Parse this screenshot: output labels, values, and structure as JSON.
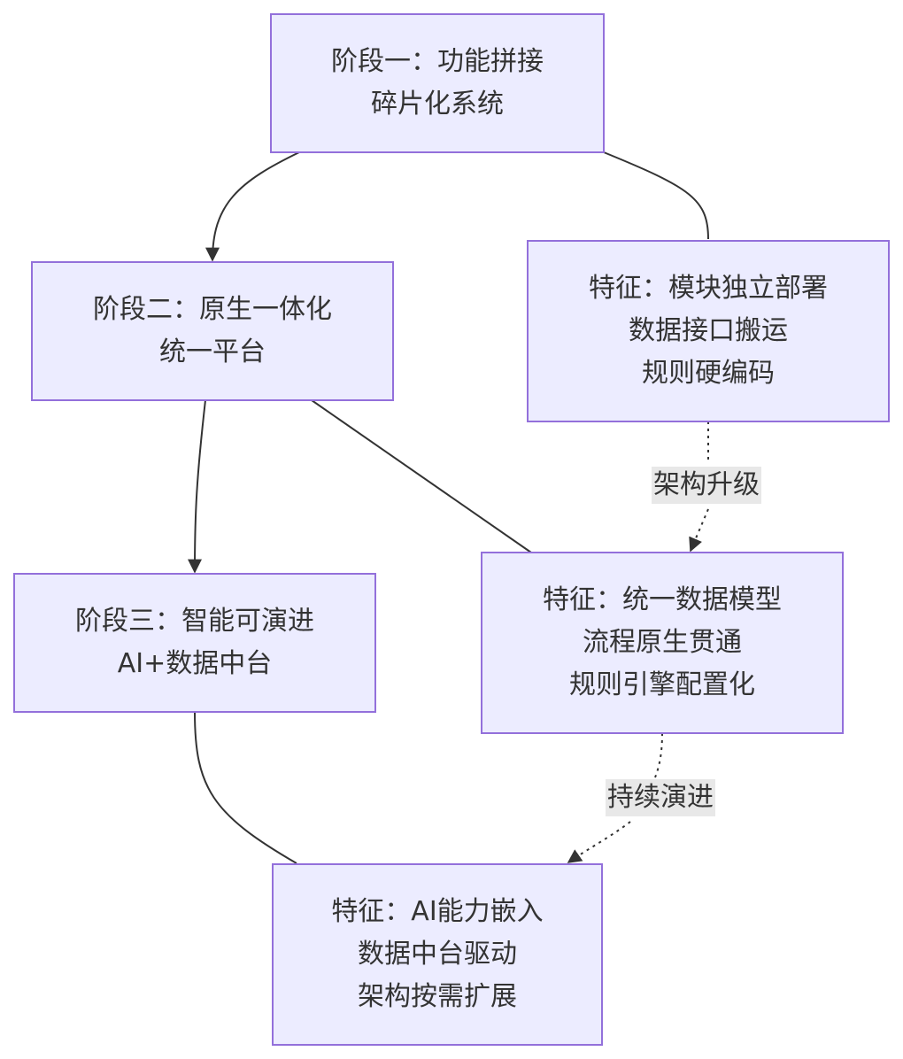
{
  "nodes": {
    "stage1": {
      "lines": [
        "阶段一：功能拼接",
        "碎片化系统"
      ]
    },
    "stage2": {
      "lines": [
        "阶段二：原生一体化",
        "统一平台"
      ]
    },
    "stage3": {
      "lines": [
        "阶段三：智能可演进",
        "AI+数据中台"
      ]
    },
    "feature1": {
      "lines": [
        "特征：模块独立部署",
        "数据接口搬运",
        "规则硬编码"
      ]
    },
    "feature2": {
      "lines": [
        "特征：统一数据模型",
        "流程原生贯通",
        "规则引擎配置化"
      ]
    },
    "feature3": {
      "lines": [
        "特征：AI能力嵌入",
        "数据中台驱动",
        "架构按需扩展"
      ]
    }
  },
  "edges": {
    "upgrade_label": "架构升级",
    "evolve_label": "持续演进"
  },
  "colors": {
    "node_fill": "#ececff",
    "node_border": "#9370db",
    "edge": "#333333",
    "label_bg": "#e8e8e8"
  }
}
